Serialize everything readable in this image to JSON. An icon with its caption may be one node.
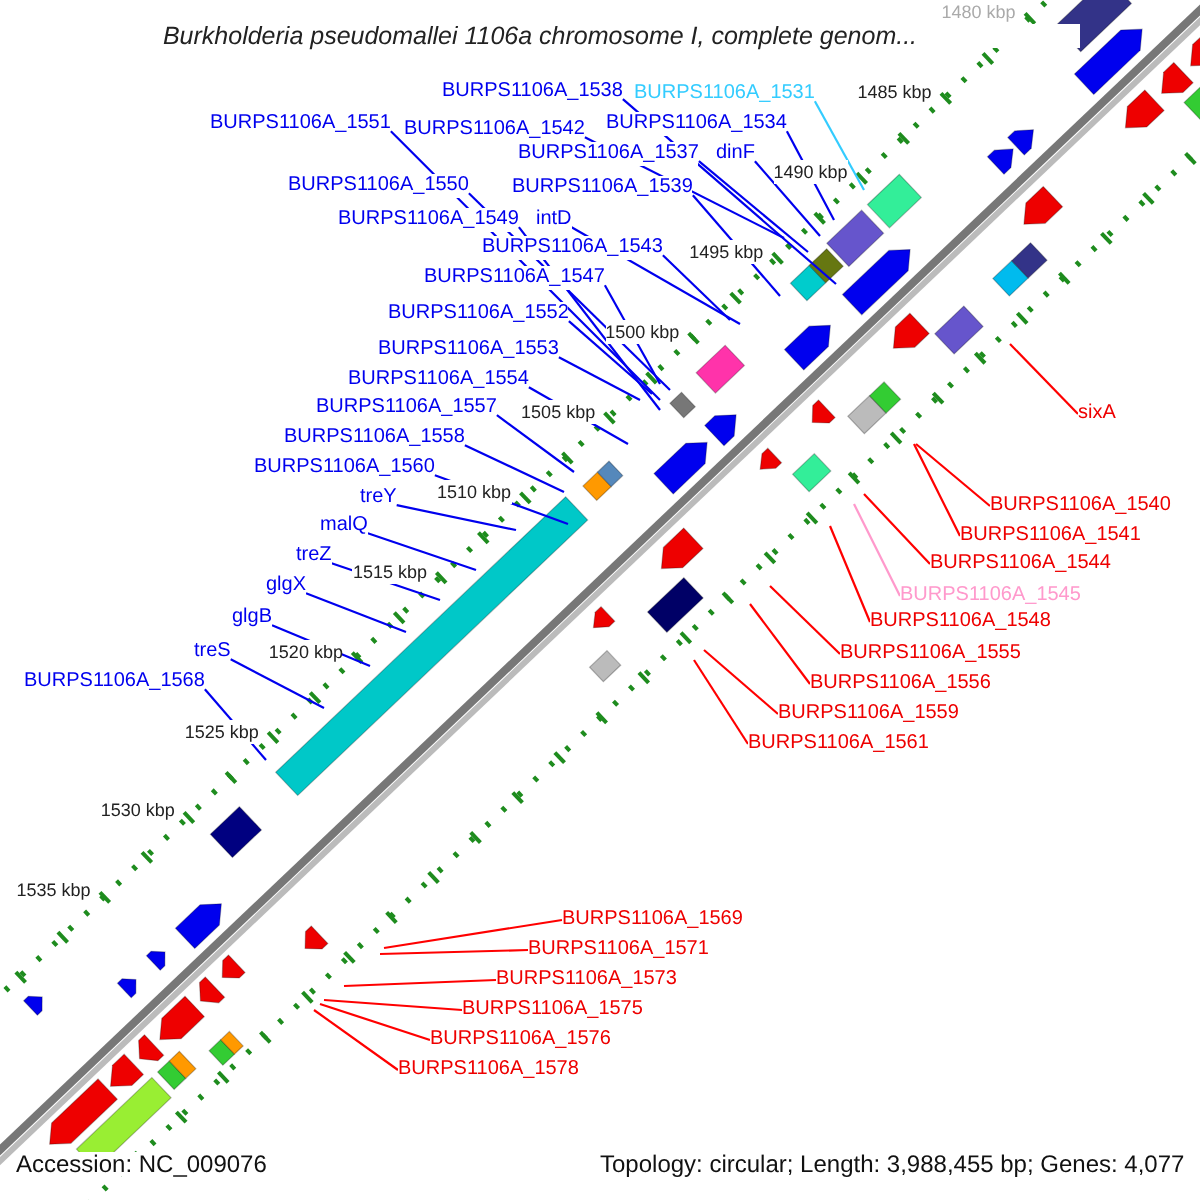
{
  "diagram": {
    "title": "Burkholderia pseudomallei 1106a chromosome I, complete genom...",
    "nodes": [
      {
        "text": [
          "BURPS1106A_1538"
        ]
      },
      {
        "text": [
          "BURPS1106A_1531"
        ]
      },
      {
        "text": [
          "BURPS1106A_1551"
        ]
      },
      {
        "text": [
          "BURPS1106A_1542"
        ]
      },
      {
        "text": [
          "BURPS1106A_1534"
        ]
      },
      {
        "text": [
          "BURPS1106A_1537"
        ]
      },
      {
        "text": [
          "dinF"
        ]
      },
      {
        "text": [
          "BURPS1106A_1550"
        ]
      },
      {
        "text": [
          "BURPS1106A_1539"
        ]
      },
      {
        "text": [
          "BURPS1106A_1549"
        ]
      },
      {
        "text": [
          "intD"
        ]
      },
      {
        "text": [
          "BURPS1106A_1543"
        ]
      },
      {
        "text": [
          "BURPS1106A_1547"
        ]
      },
      {
        "text": [
          "BURPS1106A_1552"
        ]
      },
      {
        "text": [
          "BURPS1106A_1553"
        ]
      },
      {
        "text": [
          "BURPS1106A_1554"
        ]
      },
      {
        "text": [
          "BURPS1106A_1557"
        ]
      },
      {
        "text": [
          "BURPS1106A_1558"
        ]
      },
      {
        "text": [
          "BURPS1106A_1560"
        ]
      },
      {
        "text": [
          "treY"
        ]
      },
      {
        "text": [
          "malQ"
        ]
      },
      {
        "text": [
          "treZ"
        ]
      },
      {
        "text": [
          "glgX"
        ]
      },
      {
        "text": [
          "glgB"
        ]
      },
      {
        "text": [
          "treS"
        ]
      },
      {
        "text": [
          "BURPS1106A_1568"
        ]
      },
      {
        "text": [
          "sixA"
        ]
      },
      {
        "text": [
          "BURPS1106A_1540"
        ]
      },
      {
        "text": [
          "BURPS1106A_1541"
        ]
      },
      {
        "text": [
          "BURPS1106A_1544"
        ]
      },
      {
        "text": [
          "BURPS1106A_1545"
        ]
      },
      {
        "text": [
          "BURPS1106A_1548"
        ]
      },
      {
        "text": [
          "BURPS1106A_1555"
        ]
      },
      {
        "text": [
          "BURPS1106A_1556"
        ]
      },
      {
        "text": [
          "BURPS1106A_1559"
        ]
      },
      {
        "text": [
          "BURPS1106A_1561"
        ]
      },
      {
        "text": [
          "BURPS1106A_1569"
        ]
      },
      {
        "text": [
          "BURPS1106A_1571"
        ]
      },
      {
        "text": [
          "BURPS1106A_1573"
        ]
      },
      {
        "text": [
          "BURPS1106A_1575"
        ]
      },
      {
        "text": [
          "BURPS1106A_1576"
        ]
      },
      {
        "text": [
          "BURPS1106A_1578"
        ]
      }
    ],
    "edges": [
      {
        "from": 0,
        "to": null,
        "arrow": "none"
      },
      {
        "from": 1,
        "to": null,
        "arrow": "none",
        "color": "#33ccff"
      },
      {
        "from": 2,
        "to": null,
        "arrow": "none"
      },
      {
        "from": 3,
        "to": null,
        "arrow": "none"
      },
      {
        "from": 4,
        "to": null,
        "arrow": "none"
      },
      {
        "from": 5,
        "to": null,
        "arrow": "none"
      },
      {
        "from": 6,
        "to": null,
        "arrow": "none"
      },
      {
        "from": 7,
        "to": null,
        "arrow": "none"
      },
      {
        "from": 8,
        "to": null,
        "arrow": "none"
      },
      {
        "from": 9,
        "to": null,
        "arrow": "none"
      },
      {
        "from": 10,
        "to": null,
        "arrow": "none"
      },
      {
        "from": 11,
        "to": null,
        "arrow": "none"
      },
      {
        "from": 12,
        "to": null,
        "arrow": "none"
      },
      {
        "from": 13,
        "to": null,
        "arrow": "none"
      },
      {
        "from": 14,
        "to": null,
        "arrow": "none"
      },
      {
        "from": 15,
        "to": null,
        "arrow": "none"
      },
      {
        "from": 16,
        "to": null,
        "arrow": "none"
      },
      {
        "from": 17,
        "to": null,
        "arrow": "none"
      },
      {
        "from": 18,
        "to": null,
        "arrow": "none"
      },
      {
        "from": 19,
        "to": null,
        "arrow": "none"
      },
      {
        "from": 20,
        "to": null,
        "arrow": "none"
      },
      {
        "from": 21,
        "to": null,
        "arrow": "none"
      },
      {
        "from": 22,
        "to": null,
        "arrow": "none"
      },
      {
        "from": 23,
        "to": null,
        "arrow": "none"
      },
      {
        "from": 24,
        "to": null,
        "arrow": "none"
      },
      {
        "from": 25,
        "to": null,
        "arrow": "none"
      },
      {
        "from": 26,
        "to": null,
        "arrow": "none",
        "color": "#ff0000"
      },
      {
        "from": 27,
        "to": null,
        "arrow": "none",
        "color": "#ff0000"
      },
      {
        "from": 28,
        "to": null,
        "arrow": "none",
        "color": "#ff0000"
      },
      {
        "from": 29,
        "to": null,
        "arrow": "none",
        "color": "#ff0000"
      },
      {
        "from": 30,
        "to": null,
        "arrow": "none",
        "color": "#ff99cc"
      },
      {
        "from": 31,
        "to": null,
        "arrow": "none",
        "color": "#ff0000"
      },
      {
        "from": 32,
        "to": null,
        "arrow": "none",
        "color": "#ff0000"
      },
      {
        "from": 33,
        "to": null,
        "arrow": "none",
        "color": "#ff0000"
      },
      {
        "from": 34,
        "to": null,
        "arrow": "none",
        "color": "#ff0000"
      },
      {
        "from": 35,
        "to": null,
        "arrow": "none",
        "color": "#ff0000"
      },
      {
        "from": 36,
        "to": null,
        "arrow": "none",
        "color": "#ff0000"
      },
      {
        "from": 37,
        "to": null,
        "arrow": "none",
        "color": "#ff0000"
      },
      {
        "from": 38,
        "to": null,
        "arrow": "none",
        "color": "#ff0000"
      },
      {
        "from": 39,
        "to": null,
        "arrow": "none",
        "color": "#ff0000"
      },
      {
        "from": 40,
        "to": null,
        "arrow": "none",
        "color": "#ff0000"
      },
      {
        "from": 41,
        "to": null,
        "arrow": "none",
        "color": "#ff0000"
      }
    ],
    "labels": [
      "1480 kbp",
      "1485 kbp",
      "1490 kbp",
      "1495 kbp",
      "1500 kbp",
      "1505 kbp",
      "1510 kbp",
      "1515 kbp",
      "1520 kbp",
      "1525 kbp",
      "1530 kbp",
      "1535 kbp",
      "Accession: NC_009076",
      "Topology: circular; Length: 3,988,455 bp; Genes: 4,077"
    ]
  }
}
